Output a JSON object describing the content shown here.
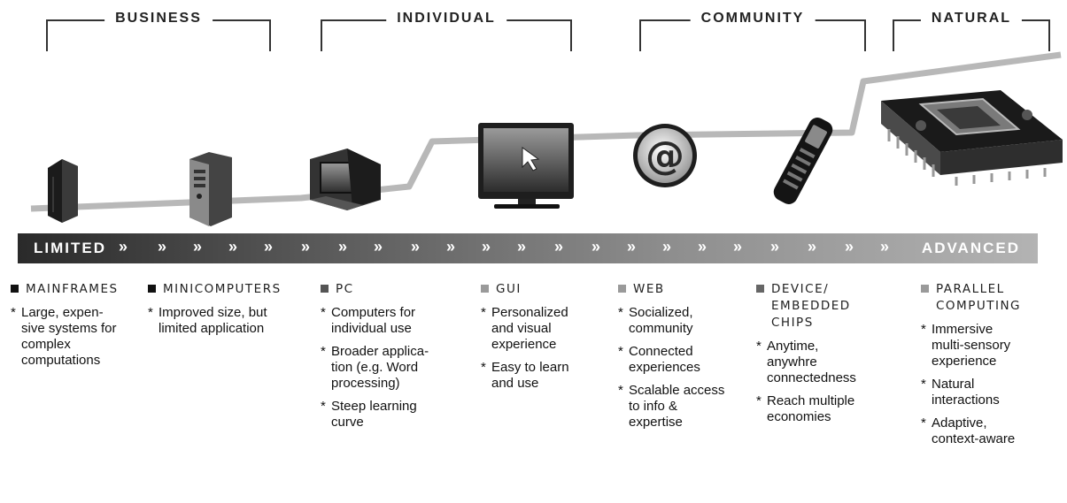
{
  "eras": [
    {
      "label": "BUSINESS"
    },
    {
      "label": "INDIVIDUAL"
    },
    {
      "label": "COMMUNITY"
    },
    {
      "label": "NATURAL"
    }
  ],
  "bar": {
    "start": "LIMITED",
    "end": "ADVANCED",
    "chevron": "»"
  },
  "columns": [
    {
      "title": "MAINFRAMES",
      "color": "#111111",
      "items": [
        "Large, expen-\nsive systems for\ncomplex\ncomputations"
      ]
    },
    {
      "title": "MINICOMPUTERS",
      "color": "#111111",
      "items": [
        "Improved size, but\nlimited application"
      ]
    },
    {
      "title": "PC",
      "color": "#555555",
      "items": [
        "Computers for\nindividual use",
        "Broader applica-\ntion (e.g. Word\nprocessing)",
        "Steep learning\ncurve"
      ]
    },
    {
      "title": "GUI",
      "color": "#9a9a9a",
      "items": [
        "Personalized\nand visual\nexperience",
        "Easy to learn\nand use"
      ]
    },
    {
      "title": "WEB",
      "color": "#9a9a9a",
      "items": [
        "Socialized,\ncommunity",
        "Connected\nexperiences",
        "Scalable access\nto info &\nexpertise"
      ]
    },
    {
      "title": "DEVICE/\nEMBEDDED\nCHIPS",
      "color": "#666666",
      "items": [
        "Anytime,\nanywhre\nconnectedness",
        "Reach multiple\neconomies"
      ]
    },
    {
      "title": "PARALLEL\nCOMPUTING",
      "color": "#9a9a9a",
      "items": [
        "Immersive\nmulti-sensory\nexperience",
        "Natural\ninteractions",
        "Adaptive,\ncontext-aware"
      ]
    }
  ],
  "icons": [
    "mainframe-icon",
    "minicomputer-icon",
    "pc-icon",
    "gui-monitor-icon",
    "web-at-icon",
    "mobile-phone-icon",
    "processor-chip-icon"
  ],
  "monitor_glyph": "@",
  "star": "*"
}
